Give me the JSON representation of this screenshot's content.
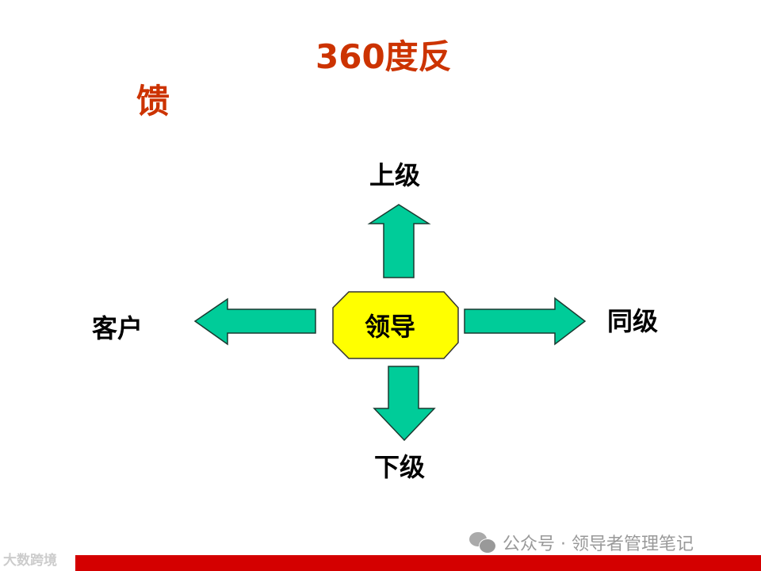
{
  "slide": {
    "title_line1": "360度反",
    "title_line2": "馈",
    "center": "领导",
    "up": "上级",
    "down": "下级",
    "left": "客户",
    "right": "同级"
  },
  "colors": {
    "title": "#CC3300",
    "arrow": "#00CC99",
    "center": "#FFFF00",
    "bar": "#D40000"
  },
  "watermark": {
    "left": "大数跨境",
    "right": "公众号 · 领导者管理笔记",
    "icon": "wechat-icon"
  }
}
